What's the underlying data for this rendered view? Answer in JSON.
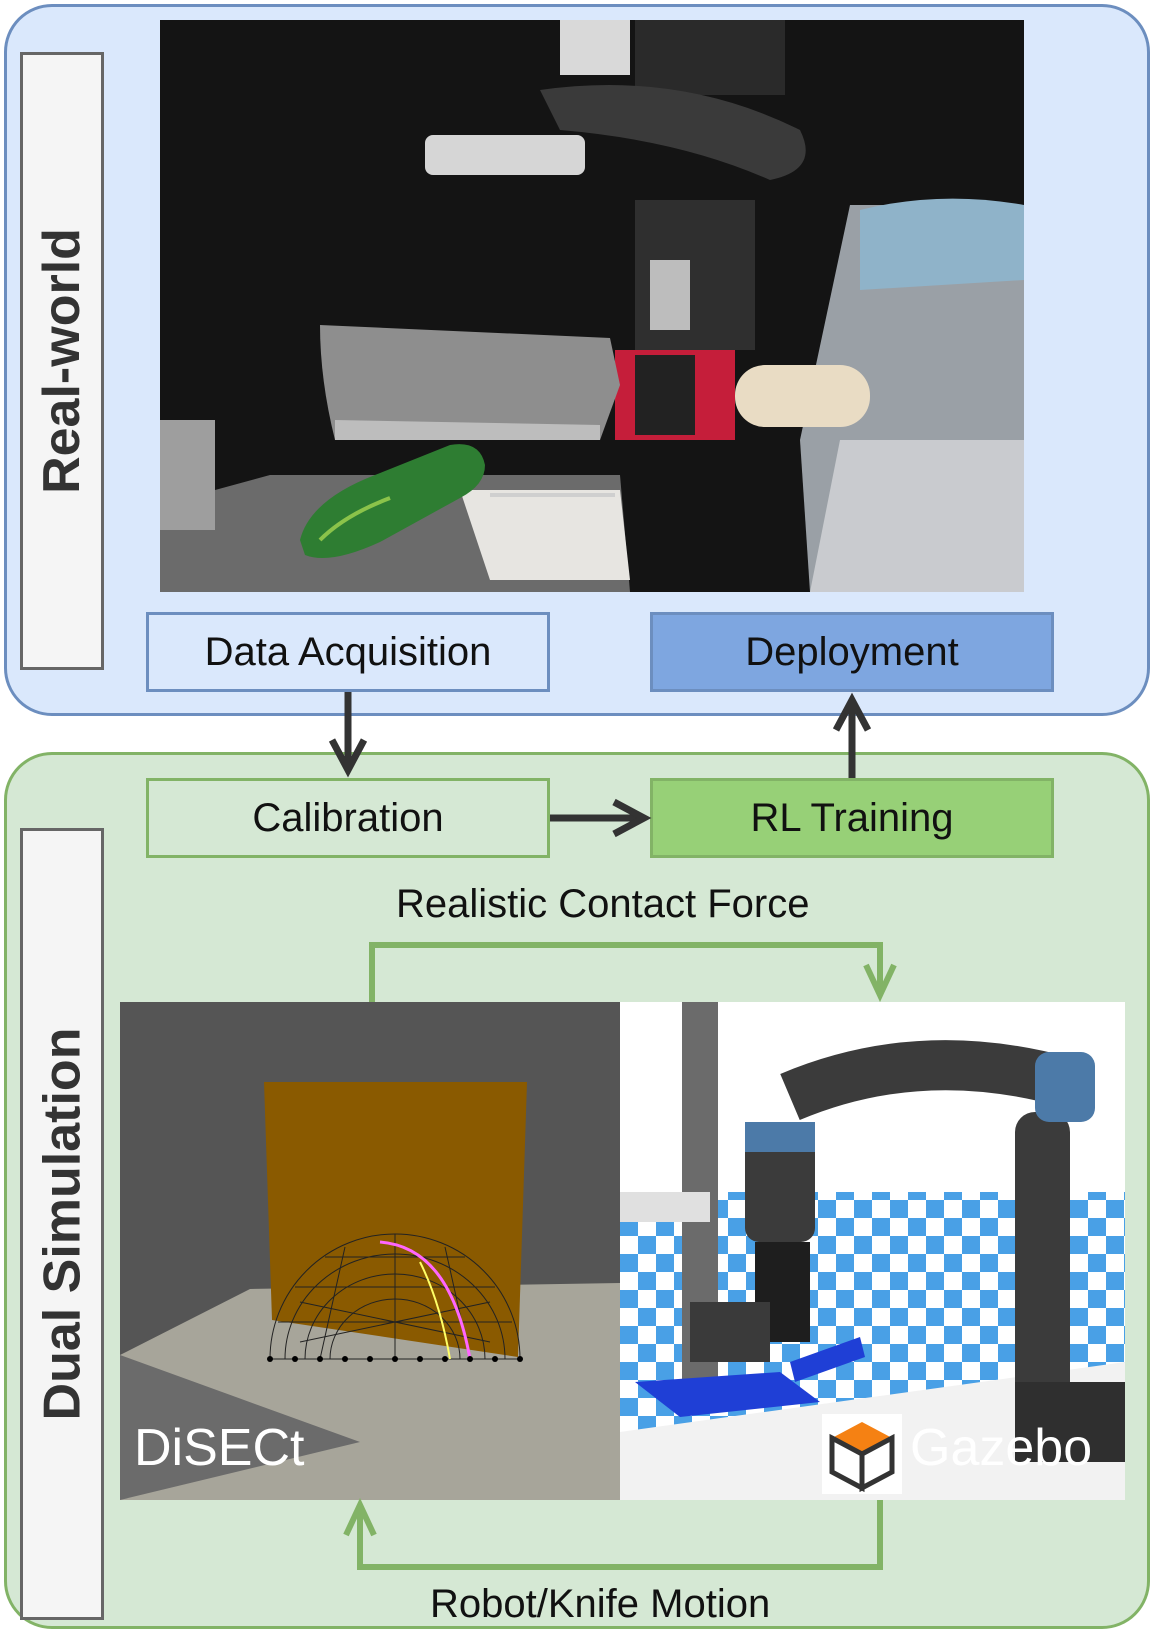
{
  "panels": {
    "real_world": {
      "label": "Real-world"
    },
    "dual_simulation": {
      "label": "Dual Simulation"
    }
  },
  "boxes": {
    "data_acquisition": "Data Acquisition",
    "deployment": "Deployment",
    "calibration": "Calibration",
    "rl_training": "RL Training"
  },
  "edges": {
    "realistic_contact_force": "Realistic Contact Force",
    "robot_knife_motion": "Robot/Knife Motion"
  },
  "renders": {
    "disect": "DiSECt",
    "gazebo": "Gazebo"
  },
  "colors": {
    "real_fill": "#dae8fc",
    "real_stroke": "#6c8ebf",
    "sim_fill": "#d5e8d4",
    "sim_stroke": "#82b366",
    "deployment_fill": "#7ea6e0",
    "rl_training_fill": "#97d077",
    "arrow_dark": "#333333",
    "arrow_green": "#82b366"
  }
}
